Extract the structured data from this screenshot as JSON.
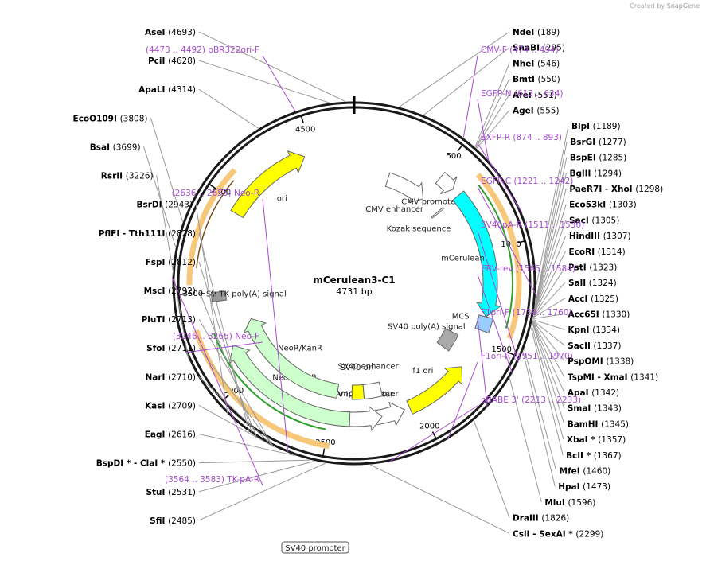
{
  "credit": {
    "prefix": "Created by",
    "brand": "SnapGene"
  },
  "plasmid": {
    "name": "mCerulean3-C1",
    "length_label": "4731 bp",
    "length": 4731
  },
  "ticks": [
    {
      "label": "500",
      "pos": 500
    },
    {
      "label": "1000",
      "pos": 1000
    },
    {
      "label": "1500",
      "pos": 1500
    },
    {
      "label": "2000",
      "pos": 2000
    },
    {
      "label": "2500",
      "pos": 2500
    },
    {
      "label": "3000",
      "pos": 3000
    },
    {
      "label": "3500",
      "pos": 3500
    },
    {
      "label": "4000",
      "pos": 4000
    },
    {
      "label": "4500",
      "pos": 4500
    }
  ],
  "colors": {
    "ori": "#ffff00",
    "mcerulean": "#00ffff",
    "neor": "#ccffcc",
    "f1ori": "#ffff00",
    "primer": "#a64bd1",
    "orange": "#f7c77a",
    "green": "#2aa02a",
    "grey": "#999999"
  },
  "features": [
    {
      "label": "CMV enhancer",
      "start": 235,
      "end": 515,
      "ring": 1,
      "color": "#ffffff",
      "arrow": "cw"
    },
    {
      "label": "CMV promoter",
      "start": 515,
      "end": 610,
      "ring": 2,
      "color": "#ffffff",
      "arrow": "cw"
    },
    {
      "label": "mCerulean",
      "start": 655,
      "end": 1370,
      "ring": 2,
      "color": "#00ffff",
      "arrow": "cw"
    },
    {
      "label": "MCS",
      "start": 1370,
      "end": 1450,
      "ring": 2,
      "color": "#99ccff",
      "arrow": "none"
    },
    {
      "label": "SV40 poly(A) signal",
      "start": 1530,
      "end": 1650,
      "ring": 1,
      "color": "#aaaaaa",
      "arrow": "none"
    },
    {
      "label": "f1 ori",
      "start": 1680,
      "end": 2050,
      "ring": 2,
      "color": "#ffff00",
      "arrow": "ccw"
    },
    {
      "label": "AmpR promoter",
      "start": 2080,
      "end": 2480,
      "ring": 2,
      "color": "#ffffff",
      "arrow": "ccw"
    },
    {
      "label": "SV40 promoter",
      "start": 2210,
      "end": 2400,
      "ring": 2,
      "color": "#ffffff",
      "arrow": "ccw"
    },
    {
      "label": "SV40 ori",
      "start": 2300,
      "end": 2380,
      "ring": 1,
      "color": "#ffff00",
      "arrow": "none"
    },
    {
      "label": "SV40 enhancer",
      "start": 2180,
      "end": 2300,
      "ring": 1,
      "color": "#ffffff",
      "arrow": "none"
    },
    {
      "label": "NeoR/KanR",
      "start": 2390,
      "end": 3190,
      "ring": 2,
      "color": "#ccffcc",
      "arrow": "cw"
    },
    {
      "label": "NeoR/KanR",
      "start": 2480,
      "end": 3300,
      "ring": 1,
      "color": "#ccffcc",
      "arrow": "cw"
    },
    {
      "label": "HSV TK poly(A) signal",
      "start": 3450,
      "end": 3500,
      "ring": 2,
      "color": "#999999",
      "arrow": "none"
    },
    {
      "label": "ori",
      "start": 3950,
      "end": 4450,
      "ring": 2,
      "color": "#ffff00",
      "arrow": "cw"
    },
    {
      "label": "Kozak sequence",
      "start": 650,
      "end": 660,
      "ring": 1,
      "color": "#ffffff",
      "arrow": "none"
    }
  ],
  "enzymes_right": [
    {
      "name": "NdeI",
      "pos": "(189)",
      "site": 189
    },
    {
      "name": "SnaBI",
      "pos": "(295)",
      "site": 295
    },
    {
      "name": "NheI",
      "pos": "(546)",
      "site": 546
    },
    {
      "name": "BmtI",
      "pos": "(550)",
      "site": 550
    },
    {
      "name": "AfeI",
      "pos": "(551)",
      "site": 551
    },
    {
      "name": "AgeI",
      "pos": "(555)",
      "site": 555
    },
    {
      "name": "BlpI",
      "pos": "(1189)",
      "site": 1189
    },
    {
      "name": "BsrGI",
      "pos": "(1277)",
      "site": 1277
    },
    {
      "name": "BspEI",
      "pos": "(1285)",
      "site": 1285
    },
    {
      "name": "BglII",
      "pos": "(1294)",
      "site": 1294
    },
    {
      "name": "PaeR7I - XhoI",
      "pos": "(1298)",
      "site": 1298
    },
    {
      "name": "Eco53kI",
      "pos": "(1303)",
      "site": 1303
    },
    {
      "name": "SacI",
      "pos": "(1305)",
      "site": 1305
    },
    {
      "name": "HindIII",
      "pos": "(1307)",
      "site": 1307
    },
    {
      "name": "EcoRI",
      "pos": "(1314)",
      "site": 1314
    },
    {
      "name": "PstI",
      "pos": "(1323)",
      "site": 1323
    },
    {
      "name": "SalI",
      "pos": "(1324)",
      "site": 1324
    },
    {
      "name": "AccI",
      "pos": "(1325)",
      "site": 1325
    },
    {
      "name": "Acc65I",
      "pos": "(1330)",
      "site": 1330
    },
    {
      "name": "KpnI",
      "pos": "(1334)",
      "site": 1334
    },
    {
      "name": "SacII",
      "pos": "(1337)",
      "site": 1337
    },
    {
      "name": "PspOMI",
      "pos": "(1338)",
      "site": 1338
    },
    {
      "name": "TspMI - XmaI",
      "pos": "(1341)",
      "site": 1341
    },
    {
      "name": "ApaI",
      "pos": "(1342)",
      "site": 1342
    },
    {
      "name": "SmaI",
      "pos": "(1343)",
      "site": 1343
    },
    {
      "name": "BamHI",
      "pos": "(1345)",
      "site": 1345
    },
    {
      "name": "XbaI *",
      "pos": "(1357)",
      "site": 1357
    },
    {
      "name": "BclI *",
      "pos": "(1367)",
      "site": 1367
    },
    {
      "name": "MfeI",
      "pos": "(1460)",
      "site": 1460
    },
    {
      "name": "HpaI",
      "pos": "(1473)",
      "site": 1473
    },
    {
      "name": "MluI",
      "pos": "(1596)",
      "site": 1596
    },
    {
      "name": "DraIII",
      "pos": "(1826)",
      "site": 1826
    },
    {
      "name": "CsiI - SexAI *",
      "pos": "(2299)",
      "site": 2299
    }
  ],
  "enzymes_left": [
    {
      "name": "AseI",
      "pos": "(4693)",
      "site": 4693
    },
    {
      "name": "PciI",
      "pos": "(4628)",
      "site": 4628
    },
    {
      "name": "ApaLI",
      "pos": "(4314)",
      "site": 4314
    },
    {
      "name": "EcoO109I",
      "pos": "(3808)",
      "site": 3808
    },
    {
      "name": "BsaI",
      "pos": "(3699)",
      "site": 3699
    },
    {
      "name": "RsrII",
      "pos": "(3226)",
      "site": 3226
    },
    {
      "name": "BsrDI",
      "pos": "(2943)",
      "site": 2943
    },
    {
      "name": "PflFI - Tth111I",
      "pos": "(2828)",
      "site": 2828
    },
    {
      "name": "FspI",
      "pos": "(2812)",
      "site": 2812
    },
    {
      "name": "MscI",
      "pos": "(2792)",
      "site": 2792
    },
    {
      "name": "PluTI",
      "pos": "(2713)",
      "site": 2713
    },
    {
      "name": "SfoI",
      "pos": "(2711)",
      "site": 2711
    },
    {
      "name": "NarI",
      "pos": "(2710)",
      "site": 2710
    },
    {
      "name": "KasI",
      "pos": "(2709)",
      "site": 2709
    },
    {
      "name": "EagI",
      "pos": "(2616)",
      "site": 2616
    },
    {
      "name": "BspDI * - ClaI *",
      "pos": "(2550)",
      "site": 2550
    },
    {
      "name": "StuI",
      "pos": "(2531)",
      "site": 2531
    },
    {
      "name": "SfiI",
      "pos": "(2485)",
      "site": 2485
    }
  ],
  "primers": [
    {
      "name": "pBR322ori-F",
      "pos": "(4473 .. 4492)",
      "site": 4482
    },
    {
      "name": "CMV-F",
      "pos": "(474 .. 494)",
      "site": 484
    },
    {
      "name": "EGFP-N",
      "pos": "(613 .. 634)",
      "site": 623
    },
    {
      "name": "EXFP-R",
      "pos": "(874 .. 893)",
      "site": 883
    },
    {
      "name": "EGFP-C",
      "pos": "(1221 .. 1242)",
      "site": 1231
    },
    {
      "name": "SV40pA-R",
      "pos": "(1511 .. 1530)",
      "site": 1520
    },
    {
      "name": "EBV-rev",
      "pos": "(1565 .. 1584)",
      "site": 1574
    },
    {
      "name": "F1ori-F",
      "pos": "(1739 .. 1760)",
      "site": 1749
    },
    {
      "name": "F1ori-R",
      "pos": "(1951 .. 1970)",
      "site": 1960
    },
    {
      "name": "pBABE 3'",
      "pos": "(2213 .. 2233)",
      "site": 2223
    },
    {
      "name": "Neo-R",
      "pos": "(2636 .. 2655)",
      "site": 2645
    },
    {
      "name": "Neo-F",
      "pos": "(3246 .. 3265)",
      "site": 3255
    },
    {
      "name": "TK-pA-R",
      "pos": "(3564 .. 3583)",
      "site": 3573
    }
  ],
  "feature_boxed_label": "SV40 promoter"
}
